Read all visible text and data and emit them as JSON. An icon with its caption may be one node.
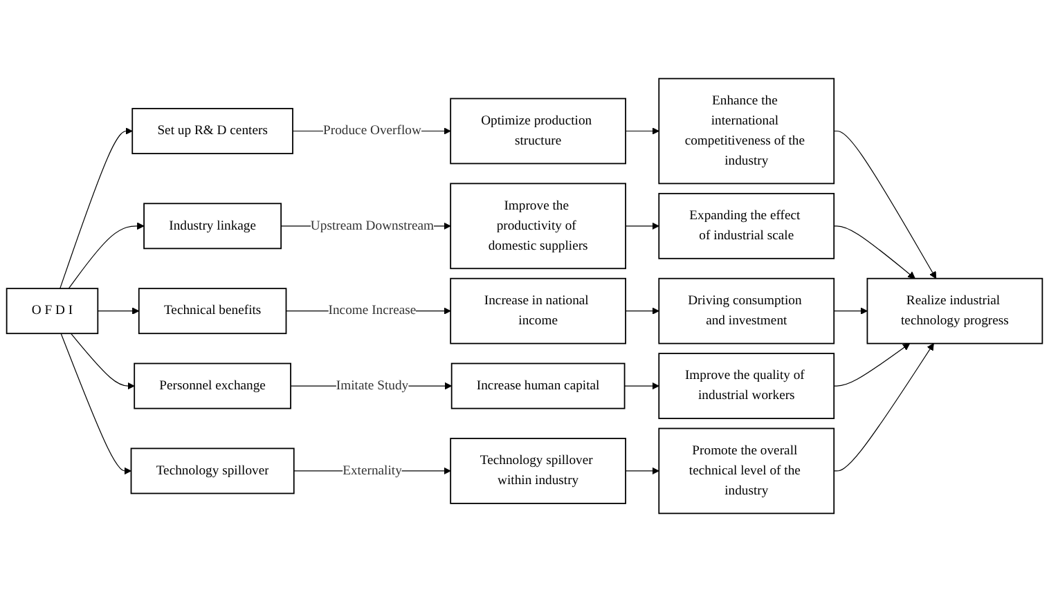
{
  "diagram": {
    "nodes": [
      {
        "text": [
          "O F D I"
        ]
      },
      {
        "text": [
          "Set up R& D centers"
        ]
      },
      {
        "text": [
          "Industry linkage"
        ]
      },
      {
        "text": [
          "Technical benefits"
        ]
      },
      {
        "text": [
          "Personnel exchange"
        ]
      },
      {
        "text": [
          "Technology spillover"
        ]
      },
      {
        "text": [
          "Optimize production structure"
        ]
      },
      {
        "text": [
          "Improve the productivity of domestic suppliers"
        ]
      },
      {
        "text": [
          "Increase in national income"
        ]
      },
      {
        "text": [
          "Increase human capital"
        ]
      },
      {
        "text": [
          "Technology spillover within industry"
        ]
      },
      {
        "text": [
          "Enhance the international competitiveness of the industry"
        ]
      },
      {
        "text": [
          "Expanding the effect of industrial scale"
        ]
      },
      {
        "text": [
          "Driving consumption and investment"
        ]
      },
      {
        "text": [
          "Improve the quality of industrial workers"
        ]
      },
      {
        "text": [
          "Promote the overall technical level of the industry"
        ]
      },
      {
        "text": [
          "Realize industrial technology progress"
        ]
      }
    ],
    "edges": [
      {
        "from": 0,
        "to": 1,
        "arrow": "to"
      },
      {
        "from": 0,
        "to": 2,
        "arrow": "to"
      },
      {
        "from": 0,
        "to": 3,
        "arrow": "to"
      },
      {
        "from": 0,
        "to": 4,
        "arrow": "to"
      },
      {
        "from": 0,
        "to": 5,
        "arrow": "to"
      },
      {
        "from": 1,
        "to": 6,
        "arrow": "to",
        "label": "Produce Overflow"
      },
      {
        "from": 2,
        "to": 7,
        "arrow": "to",
        "label": "Upstream Downstream"
      },
      {
        "from": 3,
        "to": 8,
        "arrow": "to",
        "label": "Income Increase"
      },
      {
        "from": 4,
        "to": 9,
        "arrow": "to",
        "label": "Imitate Study"
      },
      {
        "from": 5,
        "to": 10,
        "arrow": "to",
        "label": "Externality"
      },
      {
        "from": 6,
        "to": 11,
        "arrow": "to"
      },
      {
        "from": 7,
        "to": 12,
        "arrow": "to"
      },
      {
        "from": 8,
        "to": 13,
        "arrow": "to"
      },
      {
        "from": 9,
        "to": 14,
        "arrow": "to"
      },
      {
        "from": 10,
        "to": 15,
        "arrow": "to"
      },
      {
        "from": 11,
        "to": 16,
        "arrow": "to"
      },
      {
        "from": 12,
        "to": 16,
        "arrow": "to"
      },
      {
        "from": 13,
        "to": 16,
        "arrow": "to"
      },
      {
        "from": 14,
        "to": 16,
        "arrow": "to"
      },
      {
        "from": 15,
        "to": 16,
        "arrow": "to"
      }
    ]
  }
}
